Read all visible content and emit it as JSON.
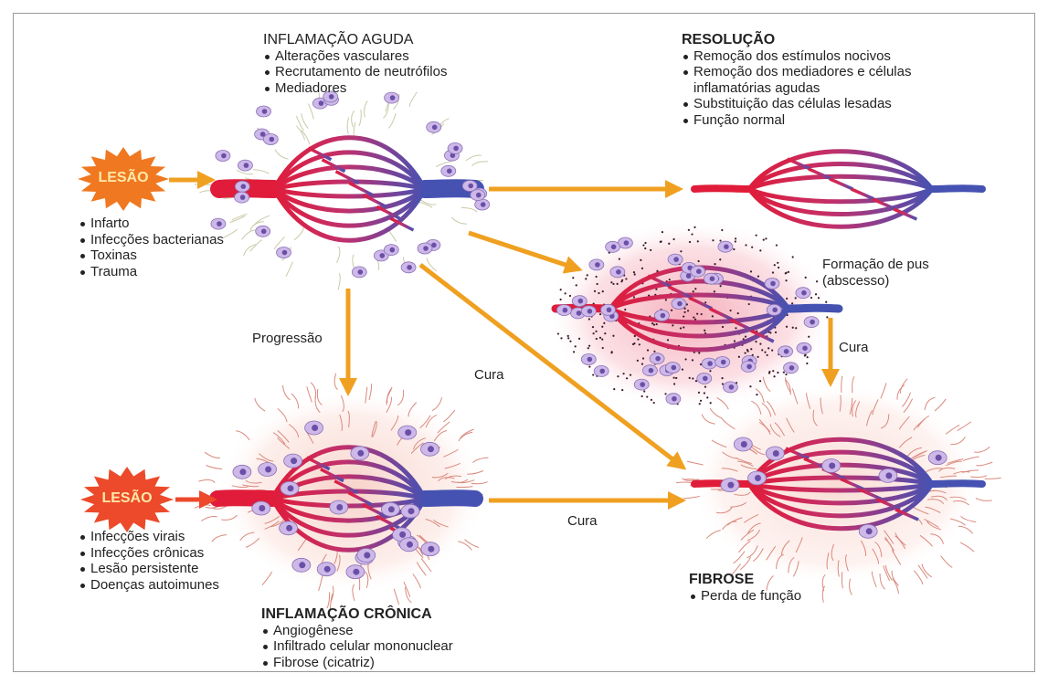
{
  "acute": {
    "title": "INFLAMAÇÃO AGUDA",
    "items": [
      "Alterações vasculares",
      "Recrutamento de neutrófilos",
      "Mediadores"
    ]
  },
  "resolution": {
    "title": "RESOLUÇÃO",
    "items": [
      "Remoção dos estímulos nocivos",
      "Remoção dos mediadores e células",
      "inflamatórias agudas",
      "Substituição das células lesadas",
      "Função normal"
    ]
  },
  "injury_top": {
    "label": "LESÃO",
    "causes": [
      "Infarto",
      "Infecções bacterianas",
      "Toxinas",
      "Trauma"
    ]
  },
  "injury_bottom": {
    "label": "LESÃO",
    "causes": [
      "Infecções virais",
      "Infecções crônicas",
      "Lesão persistente",
      "Doenças autoimunes"
    ]
  },
  "pus": {
    "line1": "Formação de pus",
    "line2": "(abscesso)"
  },
  "arrows": {
    "progression": "Progressão",
    "cure_pus": "Cura",
    "cure_diagonal": "Cura",
    "cure_chronic": "Cura"
  },
  "fibrosis": {
    "title": "FIBROSE",
    "items": [
      "Perda de função"
    ]
  },
  "chronic": {
    "title": "INFLAMAÇÃO CRÔNICA",
    "items": [
      "Angiogênese",
      "Infiltrado celular mononuclear",
      "Fibrose (cicatriz)"
    ]
  },
  "colors": {
    "arrow": "#f0a020",
    "artery": "#e0203c",
    "vein": "#4a56b0",
    "burst": "#f07820",
    "burst_bottom": "#ec4a2a",
    "cell": "#cdb8e8",
    "cell_nucleus": "#6a4fa8"
  },
  "icons": [
    "injury-burst-icon",
    "arrow-icon",
    "vessel-network-icon",
    "cell-icon"
  ]
}
